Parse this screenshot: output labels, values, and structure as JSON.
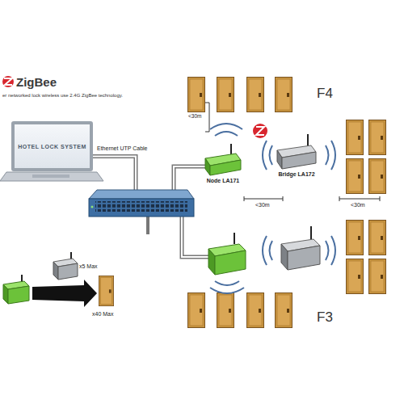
{
  "diagram": {
    "nodes": [
      {
        "text": [
          "HOTEL LOCK SYSTEM"
        ]
      },
      {
        "text": [
          "Node LA171"
        ]
      },
      {
        "text": [
          "Bridge LA172"
        ]
      }
    ],
    "edges": [
      {
        "from": 0,
        "to": 1,
        "arrow": "none",
        "label": "Ethernet UTP Cable"
      }
    ],
    "labels": [
      "ZigBee",
      "er networked lock wireless use 2.4G ZigBee technology.",
      "<30m",
      "<30m",
      "<30m",
      "F4",
      "F3",
      "x5 Max",
      "x40 Max"
    ]
  }
}
